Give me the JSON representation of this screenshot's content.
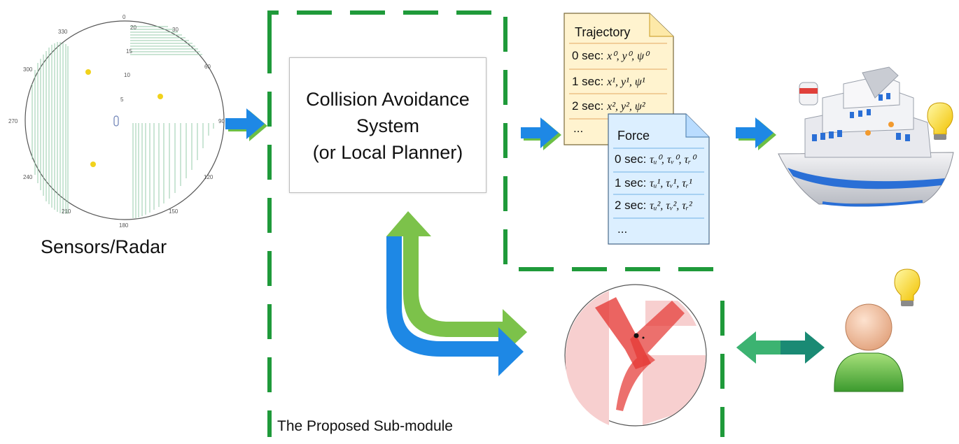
{
  "radar": {
    "label": "Sensors/Radar",
    "bearings": [
      "0",
      "30",
      "60",
      "90",
      "120",
      "150",
      "180",
      "210",
      "240",
      "270",
      "300",
      "330"
    ],
    "range_rings": [
      "5",
      "10",
      "15",
      "20"
    ]
  },
  "system_box": {
    "line1": "Collision Avoidance",
    "line2": "System",
    "line3": "(or Local Planner)"
  },
  "trajectory_doc": {
    "title": "Trajectory",
    "rows": [
      {
        "prefix": "0 sec:",
        "formula": "x⁰, y⁰, ψ⁰"
      },
      {
        "prefix": "1 sec:",
        "formula": "x¹, y¹, ψ¹"
      },
      {
        "prefix": "2 sec:",
        "formula": "x², y², ψ²"
      }
    ],
    "ellipsis": "..."
  },
  "force_doc": {
    "title": "Force",
    "rows": [
      {
        "prefix": "0 sec:",
        "formula": "τᵤ⁰, τᵥ⁰, τᵣ⁰"
      },
      {
        "prefix": "1 sec:",
        "formula": "τᵤ¹, τᵥ¹, τᵣ¹"
      },
      {
        "prefix": "2 sec:",
        "formula": "τᵤ², τᵥ², τᵣ²"
      }
    ],
    "ellipsis": "..."
  },
  "submodule": {
    "label": "The Proposed Sub-module"
  },
  "icons": [
    "blue-arrow-icon",
    "ship-icon",
    "lightbulb-icon",
    "person-icon",
    "double-arrow-icon",
    "feedback-arrow-icon"
  ],
  "colors": {
    "dashed_border": "#1f9a3a",
    "arrow_blue": "#1e88e5",
    "arrow_green": "#7cc24a",
    "doc_yellow": "#fff3cf",
    "doc_blue": "#dcefff",
    "danger_red": "#e53935"
  }
}
